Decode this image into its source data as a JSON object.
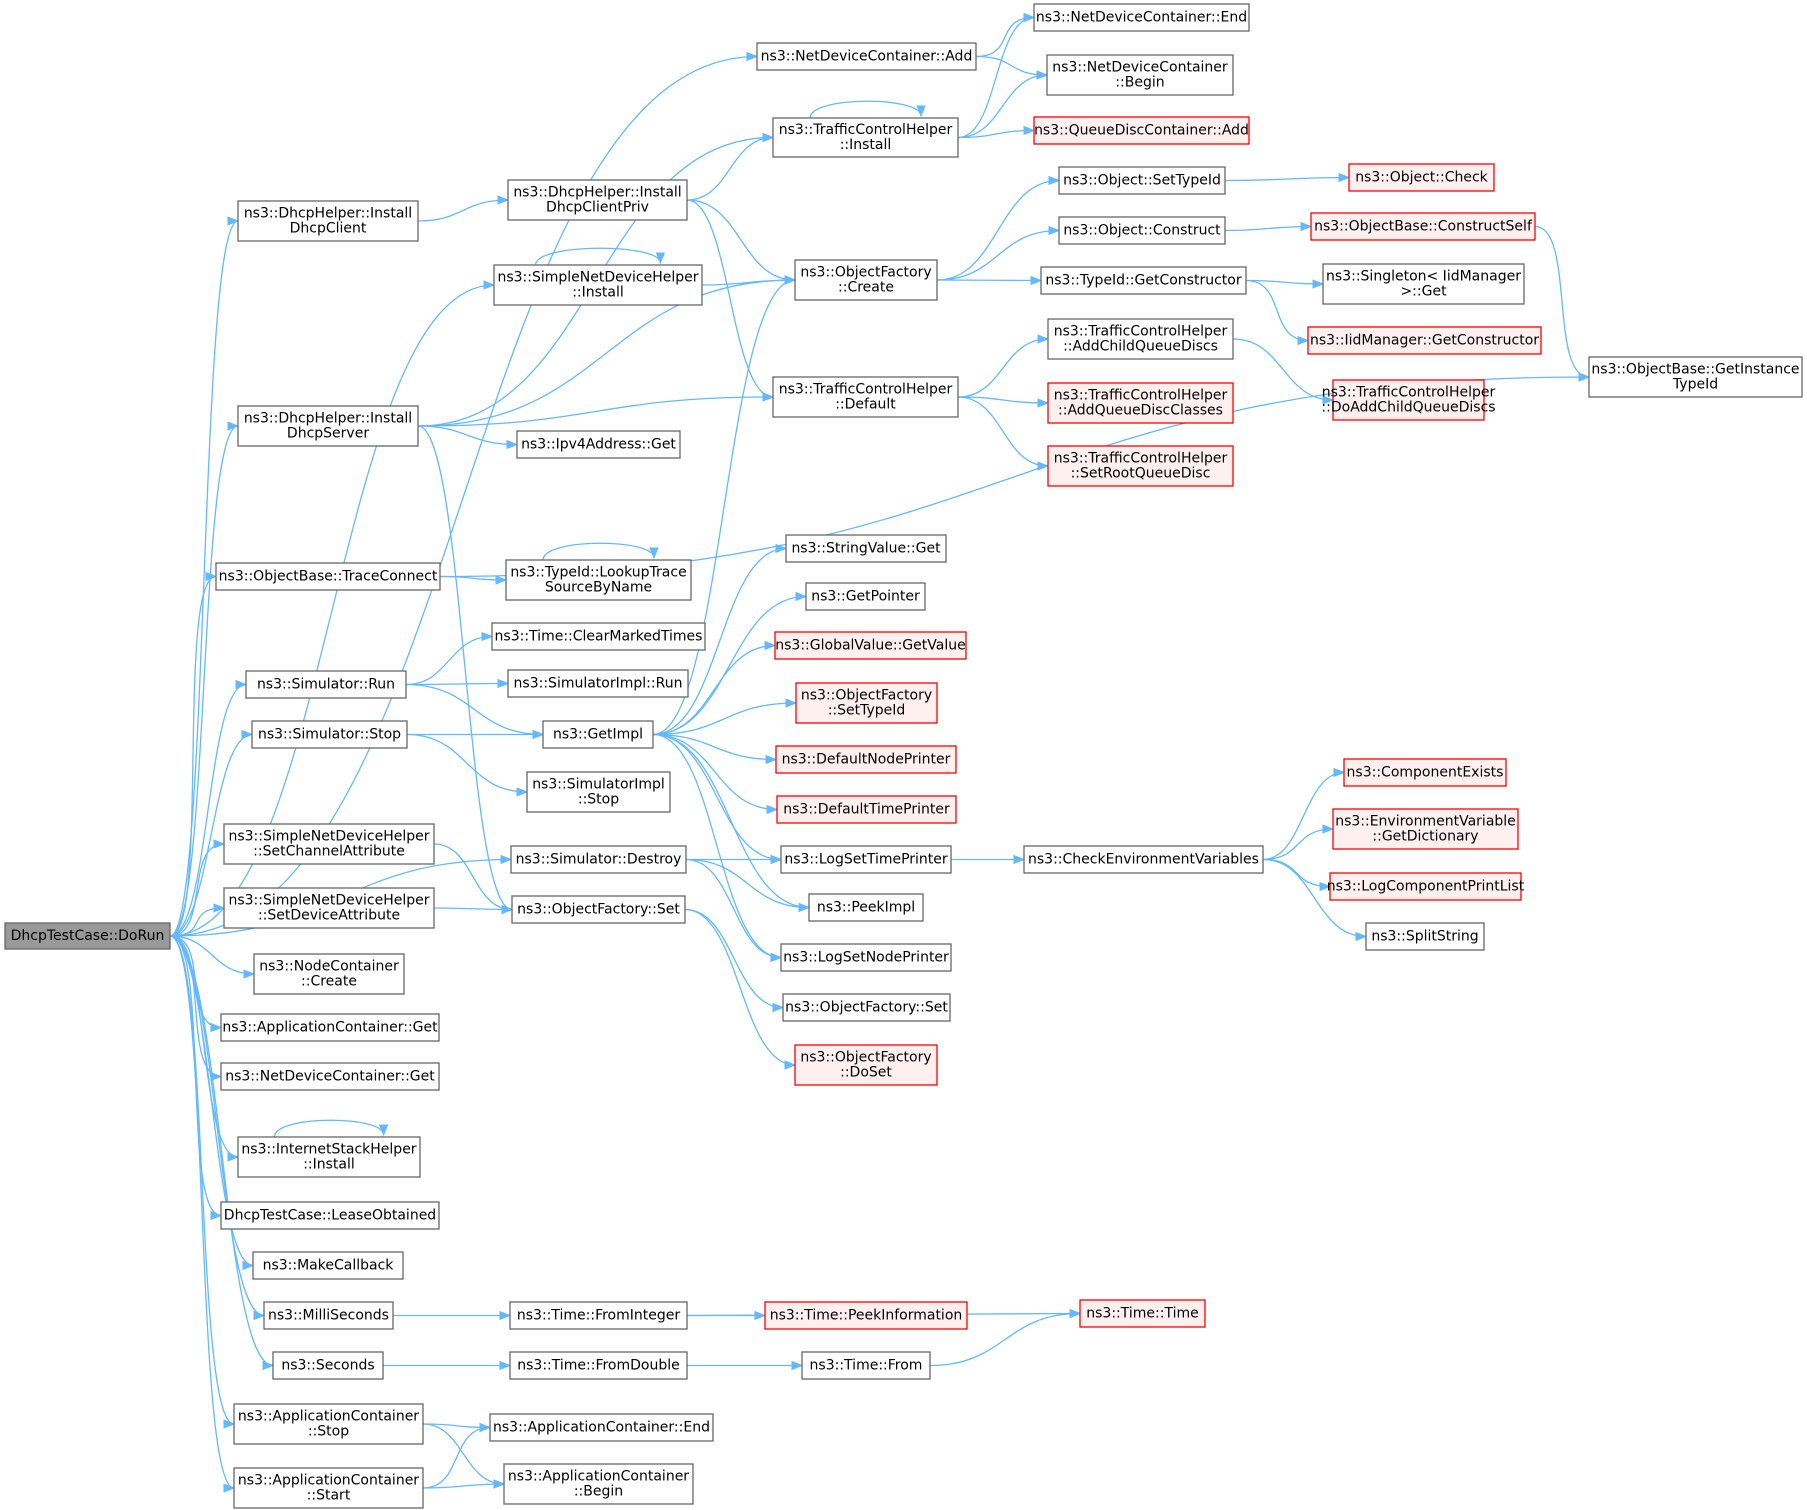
{
  "colors": {
    "edge": "#63b8ff",
    "node_border": "#666666",
    "truncated_border": "#ff0000",
    "truncated_fill": "#fff0f0",
    "root_fill": "#999999",
    "node_fill": "#ffffff"
  },
  "nodes": [
    {
      "id": "root",
      "lines": [
        "DhcpTestCase::DoRun"
      ],
      "kind": "root"
    },
    {
      "id": "ndcAdd",
      "lines": [
        "ns3::NetDeviceContainer::Add"
      ],
      "kind": "plain"
    },
    {
      "id": "ndcEnd",
      "lines": [
        "ns3::NetDeviceContainer::End"
      ],
      "kind": "plain"
    },
    {
      "id": "ndcBegin",
      "lines": [
        "ns3::NetDeviceContainer",
        "::Begin"
      ],
      "kind": "plain"
    },
    {
      "id": "tchInstall",
      "lines": [
        "ns3::TrafficControlHelper",
        "::Install"
      ],
      "kind": "plain"
    },
    {
      "id": "qdcAdd",
      "lines": [
        "ns3::QueueDiscContainer::Add"
      ],
      "kind": "trunc"
    },
    {
      "id": "dhInstallClient",
      "lines": [
        "ns3::DhcpHelper::Install",
        "DhcpClient"
      ],
      "kind": "plain"
    },
    {
      "id": "dhInstallClientPriv",
      "lines": [
        "ns3::DhcpHelper::Install",
        "DhcpClientPriv"
      ],
      "kind": "plain"
    },
    {
      "id": "objSetTypeId",
      "lines": [
        "ns3::Object::SetTypeId"
      ],
      "kind": "plain"
    },
    {
      "id": "objCheck",
      "lines": [
        "ns3::Object::Check"
      ],
      "kind": "trunc"
    },
    {
      "id": "objConstruct",
      "lines": [
        "ns3::Object::Construct"
      ],
      "kind": "plain"
    },
    {
      "id": "obConstructSelf",
      "lines": [
        "ns3::ObjectBase::ConstructSelf"
      ],
      "kind": "trunc"
    },
    {
      "id": "snhInstall",
      "lines": [
        "ns3::SimpleNetDeviceHelper",
        "::Install"
      ],
      "kind": "plain"
    },
    {
      "id": "ofCreate",
      "lines": [
        "ns3::ObjectFactory",
        "::Create"
      ],
      "kind": "plain"
    },
    {
      "id": "tidGetConstructor",
      "lines": [
        "ns3::TypeId::GetConstructor"
      ],
      "kind": "plain"
    },
    {
      "id": "singletonGet",
      "lines": [
        "ns3::Singleton< IidManager",
        "&gt;::Get"
      ],
      "kind": "plain"
    },
    {
      "id": "iidGetConstructor",
      "lines": [
        "ns3::IidManager::GetConstructor"
      ],
      "kind": "trunc"
    },
    {
      "id": "tchAddChild",
      "lines": [
        "ns3::TrafficControlHelper",
        "::AddChildQueueDiscs"
      ],
      "kind": "plain"
    },
    {
      "id": "obGetInstanceTypeId",
      "lines": [
        "ns3::ObjectBase::GetInstance",
        "TypeId"
      ],
      "kind": "plain"
    },
    {
      "id": "tchDoAddChild",
      "lines": [
        "ns3::TrafficControlHelper",
        "::DoAddChildQueueDiscs"
      ],
      "kind": "trunc"
    },
    {
      "id": "dhInstallServer",
      "lines": [
        "ns3::DhcpHelper::Install",
        "DhcpServer"
      ],
      "kind": "plain"
    },
    {
      "id": "tchDefault",
      "lines": [
        "ns3::TrafficControlHelper",
        "::Default"
      ],
      "kind": "plain"
    },
    {
      "id": "tchAddQueueDiscClasses",
      "lines": [
        "ns3::TrafficControlHelper",
        "::AddQueueDiscClasses"
      ],
      "kind": "trunc"
    },
    {
      "id": "ipv4Get",
      "lines": [
        "ns3::Ipv4Address::Get"
      ],
      "kind": "plain"
    },
    {
      "id": "tchSetRoot",
      "lines": [
        "ns3::TrafficControlHelper",
        "::SetRootQueueDisc"
      ],
      "kind": "trunc"
    },
    {
      "id": "obTraceConnect",
      "lines": [
        "ns3::ObjectBase::TraceConnect"
      ],
      "kind": "plain"
    },
    {
      "id": "tidLookup",
      "lines": [
        "ns3::TypeId::LookupTrace",
        "SourceByName"
      ],
      "kind": "plain"
    },
    {
      "id": "svGet",
      "lines": [
        "ns3::StringValue::Get"
      ],
      "kind": "plain"
    },
    {
      "id": "getPointer",
      "lines": [
        "ns3::GetPointer"
      ],
      "kind": "plain"
    },
    {
      "id": "timeClearMarked",
      "lines": [
        "ns3::Time::ClearMarkedTimes"
      ],
      "kind": "plain"
    },
    {
      "id": "gvGetValue",
      "lines": [
        "ns3::GlobalValue::GetValue"
      ],
      "kind": "trunc"
    },
    {
      "id": "simRun",
      "lines": [
        "ns3::Simulator::Run"
      ],
      "kind": "plain"
    },
    {
      "id": "simImplRun",
      "lines": [
        "ns3::SimulatorImpl::Run"
      ],
      "kind": "plain"
    },
    {
      "id": "ofSetTypeId",
      "lines": [
        "ns3::ObjectFactory",
        "::SetTypeId"
      ],
      "kind": "trunc"
    },
    {
      "id": "simStop",
      "lines": [
        "ns3::Simulator::Stop"
      ],
      "kind": "plain"
    },
    {
      "id": "getImpl",
      "lines": [
        "ns3::GetImpl"
      ],
      "kind": "plain"
    },
    {
      "id": "defNodePrinter",
      "lines": [
        "ns3::DefaultNodePrinter"
      ],
      "kind": "trunc"
    },
    {
      "id": "compExists",
      "lines": [
        "ns3::ComponentExists"
      ],
      "kind": "trunc"
    },
    {
      "id": "simImplStop",
      "lines": [
        "ns3::SimulatorImpl",
        "::Stop"
      ],
      "kind": "plain"
    },
    {
      "id": "defTimePrinter",
      "lines": [
        "ns3::DefaultTimePrinter"
      ],
      "kind": "trunc"
    },
    {
      "id": "envGetDict",
      "lines": [
        "ns3::EnvironmentVariable",
        "::GetDictionary"
      ],
      "kind": "trunc"
    },
    {
      "id": "snhSetChannel",
      "lines": [
        "ns3::SimpleNetDeviceHelper",
        "::SetChannelAttribute"
      ],
      "kind": "plain"
    },
    {
      "id": "simDestroy",
      "lines": [
        "ns3::Simulator::Destroy"
      ],
      "kind": "plain"
    },
    {
      "id": "logSetTimePrinter",
      "lines": [
        "ns3::LogSetTimePrinter"
      ],
      "kind": "plain"
    },
    {
      "id": "checkEnv",
      "lines": [
        "ns3::CheckEnvironmentVariables"
      ],
      "kind": "plain"
    },
    {
      "id": "logCompPrintList",
      "lines": [
        "ns3::LogComponentPrintList"
      ],
      "kind": "trunc"
    },
    {
      "id": "snhSetDevice",
      "lines": [
        "ns3::SimpleNetDeviceHelper",
        "::SetDeviceAttribute"
      ],
      "kind": "plain"
    },
    {
      "id": "peekImpl",
      "lines": [
        "ns3::PeekImpl"
      ],
      "kind": "plain"
    },
    {
      "id": "ofSet",
      "lines": [
        "ns3::ObjectFactory::Set"
      ],
      "kind": "plain"
    },
    {
      "id": "splitString",
      "lines": [
        "ns3::SplitString"
      ],
      "kind": "plain"
    },
    {
      "id": "ncCreate",
      "lines": [
        "ns3::NodeContainer",
        "::Create"
      ],
      "kind": "plain"
    },
    {
      "id": "logSetNodePrinter",
      "lines": [
        "ns3::LogSetNodePrinter"
      ],
      "kind": "plain"
    },
    {
      "id": "ofSet2",
      "lines": [
        "ns3::ObjectFactory::Set"
      ],
      "kind": "plain"
    },
    {
      "id": "acGet",
      "lines": [
        "ns3::ApplicationContainer::Get"
      ],
      "kind": "plain"
    },
    {
      "id": "ofDoSet",
      "lines": [
        "ns3::ObjectFactory",
        "::DoSet"
      ],
      "kind": "trunc"
    },
    {
      "id": "ndcGet",
      "lines": [
        "ns3::NetDeviceContainer::Get"
      ],
      "kind": "plain"
    },
    {
      "id": "ishInstall",
      "lines": [
        "ns3::InternetStackHelper",
        "::Install"
      ],
      "kind": "plain"
    },
    {
      "id": "leaseObtained",
      "lines": [
        "DhcpTestCase::LeaseObtained"
      ],
      "kind": "plain"
    },
    {
      "id": "makeCallback",
      "lines": [
        "ns3::MakeCallback"
      ],
      "kind": "plain"
    },
    {
      "id": "milliSeconds",
      "lines": [
        "ns3::MilliSeconds"
      ],
      "kind": "plain"
    },
    {
      "id": "timeFromInteger",
      "lines": [
        "ns3::Time::FromInteger"
      ],
      "kind": "plain"
    },
    {
      "id": "timePeekInfo",
      "lines": [
        "ns3::Time::PeekInformation"
      ],
      "kind": "trunc"
    },
    {
      "id": "timeTime",
      "lines": [
        "ns3::Time::Time"
      ],
      "kind": "trunc"
    },
    {
      "id": "seconds",
      "lines": [
        "ns3::Seconds"
      ],
      "kind": "plain"
    },
    {
      "id": "timeFromDouble",
      "lines": [
        "ns3::Time::FromDouble"
      ],
      "kind": "plain"
    },
    {
      "id": "timeFrom",
      "lines": [
        "ns3::Time::From"
      ],
      "kind": "plain"
    },
    {
      "id": "acStop",
      "lines": [
        "ns3::ApplicationContainer",
        "::Stop"
      ],
      "kind": "plain"
    },
    {
      "id": "acEnd",
      "lines": [
        "ns3::ApplicationContainer::End"
      ],
      "kind": "plain"
    },
    {
      "id": "acStart",
      "lines": [
        "ns3::ApplicationContainer",
        "::Start"
      ],
      "kind": "plain"
    },
    {
      "id": "acBegin",
      "lines": [
        "ns3::ApplicationContainer",
        "::Begin"
      ],
      "kind": "plain"
    }
  ],
  "edges": [
    [
      "root",
      "ndcAdd"
    ],
    [
      "root",
      "dhInstallClient"
    ],
    [
      "root",
      "snhInstall"
    ],
    [
      "root",
      "dhInstallServer"
    ],
    [
      "root",
      "obTraceConnect"
    ],
    [
      "root",
      "simRun"
    ],
    [
      "root",
      "simStop"
    ],
    [
      "root",
      "simDestroy"
    ],
    [
      "root",
      "snhSetChannel"
    ],
    [
      "root",
      "snhSetDevice"
    ],
    [
      "root",
      "ncCreate"
    ],
    [
      "root",
      "acGet"
    ],
    [
      "root",
      "ndcGet"
    ],
    [
      "root",
      "ishInstall"
    ],
    [
      "root",
      "leaseObtained"
    ],
    [
      "root",
      "makeCallback"
    ],
    [
      "root",
      "milliSeconds"
    ],
    [
      "root",
      "seconds"
    ],
    [
      "root",
      "acStop"
    ],
    [
      "root",
      "acStart"
    ],
    [
      "ndcAdd",
      "ndcEnd"
    ],
    [
      "ndcAdd",
      "ndcBegin"
    ],
    [
      "tchInstall",
      "ndcEnd"
    ],
    [
      "tchInstall",
      "ndcBegin"
    ],
    [
      "tchInstall",
      "qdcAdd"
    ],
    [
      "tchInstall",
      "tchInstall"
    ],
    [
      "dhInstallClient",
      "dhInstallClientPriv"
    ],
    [
      "dhInstallClientPriv",
      "tchInstall"
    ],
    [
      "dhInstallClientPriv",
      "ofCreate"
    ],
    [
      "dhInstallClientPriv",
      "tchDefault"
    ],
    [
      "snhInstall",
      "ofCreate"
    ],
    [
      "snhInstall",
      "snhInstall"
    ],
    [
      "dhInstallServer",
      "tchInstall"
    ],
    [
      "dhInstallServer",
      "ofCreate"
    ],
    [
      "dhInstallServer",
      "tchDefault"
    ],
    [
      "dhInstallServer",
      "ipv4Get"
    ],
    [
      "dhInstallServer",
      "ofSet"
    ],
    [
      "ofCreate",
      "objSetTypeId"
    ],
    [
      "ofCreate",
      "objConstruct"
    ],
    [
      "ofCreate",
      "tidGetConstructor"
    ],
    [
      "objSetTypeId",
      "objCheck"
    ],
    [
      "objConstruct",
      "obConstructSelf"
    ],
    [
      "obConstructSelf",
      "obGetInstanceTypeId"
    ],
    [
      "tidGetConstructor",
      "singletonGet"
    ],
    [
      "tidGetConstructor",
      "iidGetConstructor"
    ],
    [
      "tchDefault",
      "tchAddChild"
    ],
    [
      "tchDefault",
      "tchAddQueueDiscClasses"
    ],
    [
      "tchDefault",
      "tchSetRoot"
    ],
    [
      "tchAddChild",
      "tchDoAddChild"
    ],
    [
      "obTraceConnect",
      "obGetInstanceTypeId"
    ],
    [
      "obTraceConnect",
      "tidLookup"
    ],
    [
      "tidLookup",
      "tidLookup"
    ],
    [
      "simRun",
      "timeClearMarked"
    ],
    [
      "simRun",
      "simImplRun"
    ],
    [
      "simRun",
      "getImpl"
    ],
    [
      "simStop",
      "getImpl"
    ],
    [
      "simStop",
      "simImplStop"
    ],
    [
      "getImpl",
      "ofCreate"
    ],
    [
      "getImpl",
      "svGet"
    ],
    [
      "getImpl",
      "getPointer"
    ],
    [
      "getImpl",
      "gvGetValue"
    ],
    [
      "getImpl",
      "ofSetTypeId"
    ],
    [
      "getImpl",
      "defNodePrinter"
    ],
    [
      "getImpl",
      "defTimePrinter"
    ],
    [
      "getImpl",
      "logSetTimePrinter"
    ],
    [
      "getImpl",
      "peekImpl"
    ],
    [
      "getImpl",
      "logSetNodePrinter"
    ],
    [
      "simDestroy",
      "logSetTimePrinter"
    ],
    [
      "simDestroy",
      "peekImpl"
    ],
    [
      "simDestroy",
      "logSetNodePrinter"
    ],
    [
      "logSetTimePrinter",
      "checkEnv"
    ],
    [
      "checkEnv",
      "compExists"
    ],
    [
      "checkEnv",
      "envGetDict"
    ],
    [
      "checkEnv",
      "logCompPrintList"
    ],
    [
      "checkEnv",
      "splitString"
    ],
    [
      "snhSetChannel",
      "ofSet"
    ],
    [
      "snhSetDevice",
      "ofSet"
    ],
    [
      "ofSet",
      "ofSet2"
    ],
    [
      "ofSet",
      "ofDoSet"
    ],
    [
      "ishInstall",
      "ishInstall"
    ],
    [
      "milliSeconds",
      "timeFromInteger"
    ],
    [
      "timeFromInteger",
      "timePeekInfo"
    ],
    [
      "timeFromInteger",
      "timeTime"
    ],
    [
      "seconds",
      "timeFromDouble"
    ],
    [
      "timeFromDouble",
      "timeFrom"
    ],
    [
      "timeFrom",
      "timeTime"
    ],
    [
      "acStop",
      "acEnd"
    ],
    [
      "acStop",
      "acBegin"
    ],
    [
      "acStart",
      "acEnd"
    ],
    [
      "acStart",
      "acBegin"
    ]
  ]
}
